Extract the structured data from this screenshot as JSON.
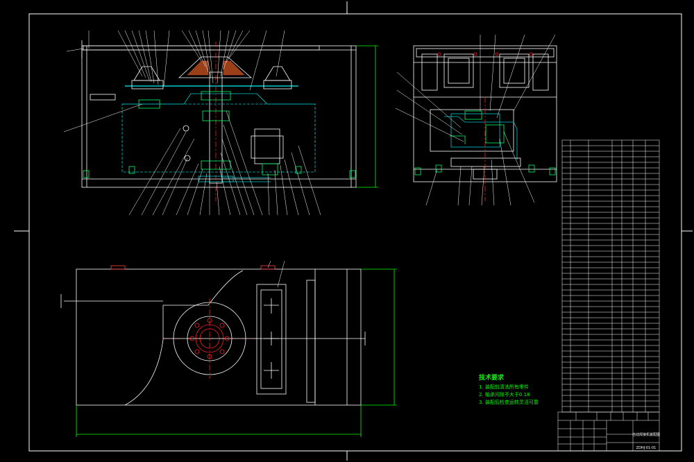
{
  "technical_notes": {
    "title": "技术要求",
    "items": [
      "1. 装配前清洗所有零件",
      "2. 轴承间隙不大于0.18",
      "3. 装配后检查运转灵活可靠"
    ]
  },
  "title_block": {
    "drawing_name": "自动焊接机装配图",
    "drawing_number": "ZDHJ-01-01"
  },
  "colors": {
    "background": "#000000",
    "frame": "#ffffff",
    "piping": "#00cccc",
    "dimension": "#00ff00",
    "centerline": "#ff2020",
    "leader": "#ffffff",
    "parts": "#ffffff",
    "highlight": "#00ff66"
  }
}
